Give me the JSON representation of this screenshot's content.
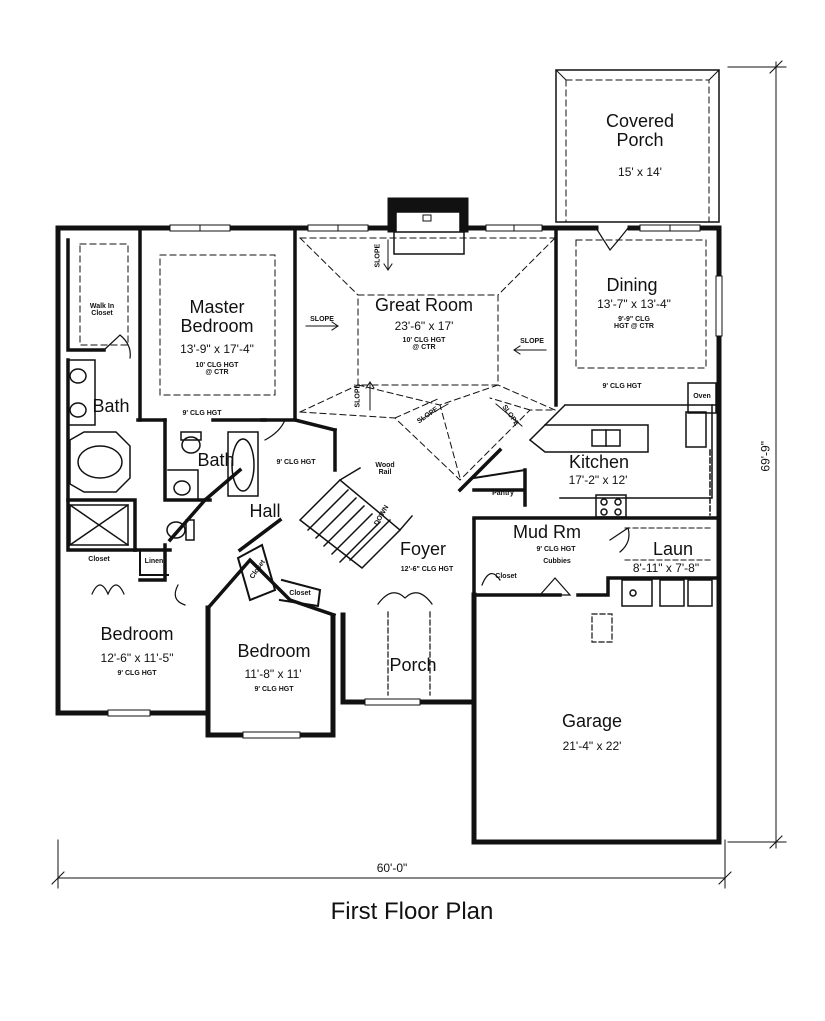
{
  "caption": "First Floor Plan",
  "dimensions": {
    "width": "60'-0\"",
    "depth": "69'-9\""
  },
  "rooms": {
    "covered_porch": {
      "name_1": "Covered",
      "name_2": "Porch",
      "size": "15' x 14'"
    },
    "dining": {
      "name": "Dining",
      "size": "13'-7\" x 13'-4\"",
      "clg_1": "9'-9\" CLG",
      "clg_2": "HGT @ CTR"
    },
    "great_room": {
      "name": "Great Room",
      "size": "23'-6\" x 17'",
      "clg_1": "10' CLG HGT",
      "clg_2": "@ CTR"
    },
    "master_bedroom": {
      "name_1": "Master",
      "name_2": "Bedroom",
      "size": "13'-9\" x 17'-4\"",
      "clg_1": "10' CLG HGT",
      "clg_2": "@ CTR",
      "clg_flat": "9' CLG HGT"
    },
    "walk_in_closet": {
      "name_1": "Walk In",
      "name_2": "Closet"
    },
    "master_bath": {
      "name": "Bath"
    },
    "hall_bath": {
      "name": "Bath"
    },
    "hall": {
      "name": "Hall",
      "clg": "9' CLG HGT"
    },
    "kitchen": {
      "name": "Kitchen",
      "size": "17'-2\" x 12'",
      "clg": "9' CLG HGT",
      "oven": "Oven",
      "pantry": "Pantry"
    },
    "mud_room": {
      "name": "Mud Rm",
      "clg": "9' CLG HGT",
      "cubbies": "Cubbies",
      "closet": "Closet"
    },
    "laundry": {
      "name": "Laun",
      "size": "8'-11\" x 7'-8\""
    },
    "foyer": {
      "name": "Foyer",
      "clg": "12'-6\" CLG HGT"
    },
    "porch": {
      "name": "Porch"
    },
    "garage": {
      "name": "Garage",
      "size": "21'-4\" x 22'"
    },
    "bedroom_1": {
      "name": "Bedroom",
      "size": "12'-6\" x 11'-5\"",
      "clg": "9' CLG HGT",
      "closet": "Closet",
      "linen": "Linen"
    },
    "bedroom_2": {
      "name": "Bedroom",
      "size": "11'-8\" x 11'",
      "clg": "9' CLG HGT",
      "closet_a": "Closet",
      "closet_b": "Closet"
    }
  },
  "annotations": {
    "slope": "SLOPE",
    "down": "DOWN",
    "wood_rail_1": "Wood",
    "wood_rail_2": "Rail"
  },
  "colors": {
    "ink": "#111111",
    "paper": "#ffffff"
  }
}
